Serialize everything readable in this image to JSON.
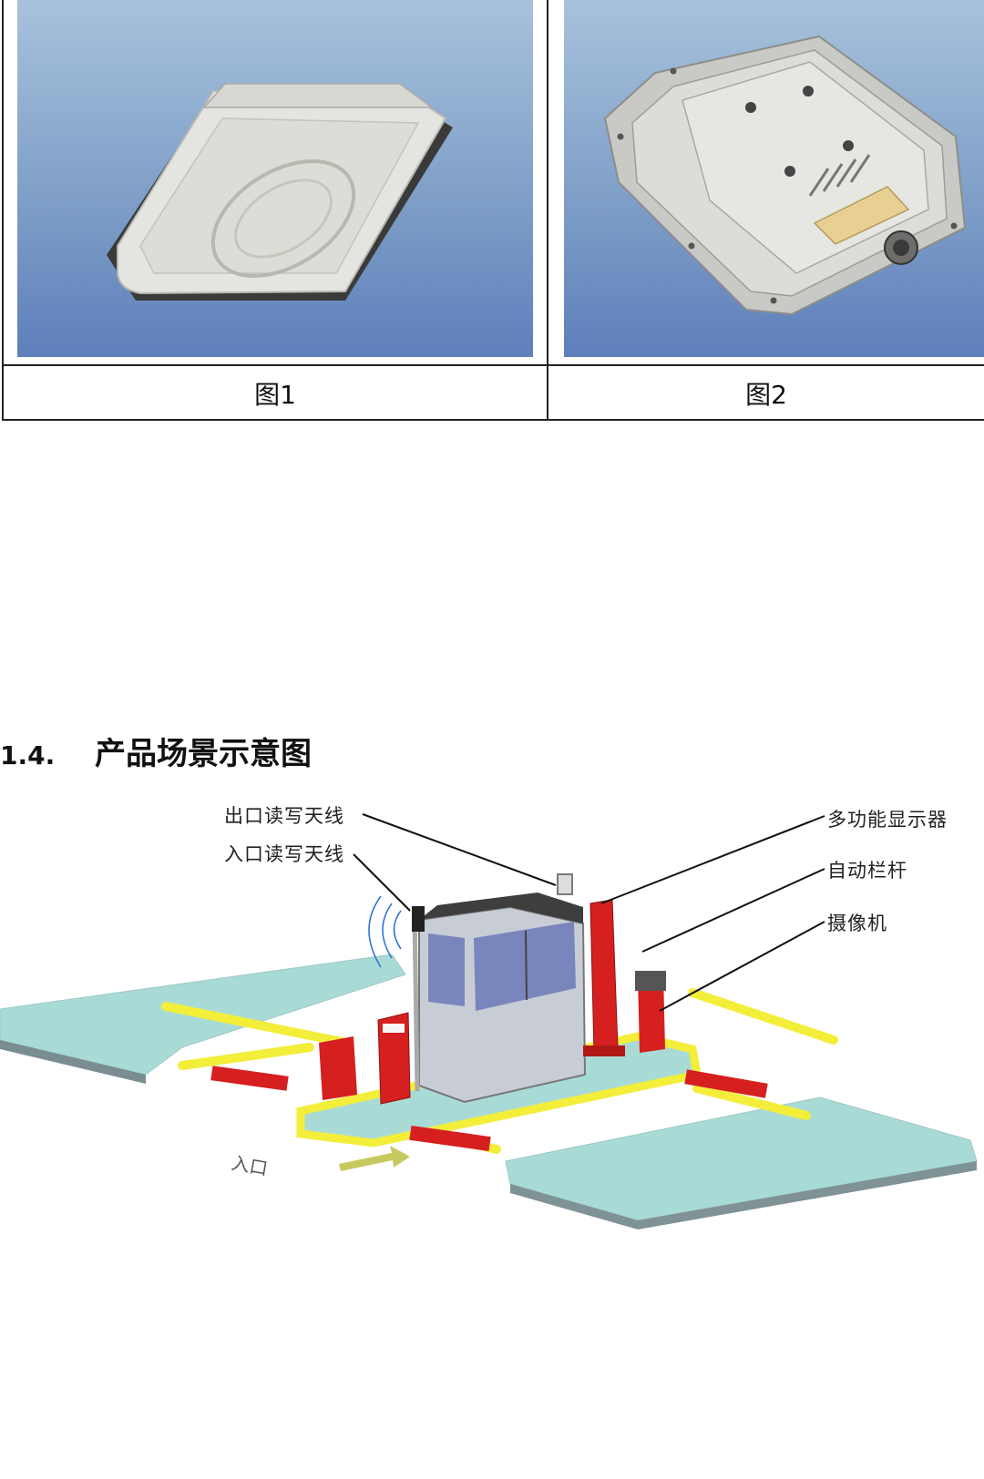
{
  "figures": [
    {
      "caption": "图1"
    },
    {
      "caption": "图2"
    }
  ],
  "section": {
    "number": "1.4.",
    "title": "产品场景示意图"
  },
  "diagram": {
    "labels": {
      "exit_antenna": "出口读写天线",
      "entry_antenna": "入口读写天线",
      "display": "多功能显示器",
      "barrier": "自动栏杆",
      "camera": "摄像机"
    },
    "entrance_text": "入口",
    "colors": {
      "ground": "#a9dbd6",
      "curb": "#f3ee3a",
      "equipment": "#d61f1f",
      "booth": "#c8ccd4",
      "glass": "#6b78b8"
    }
  }
}
